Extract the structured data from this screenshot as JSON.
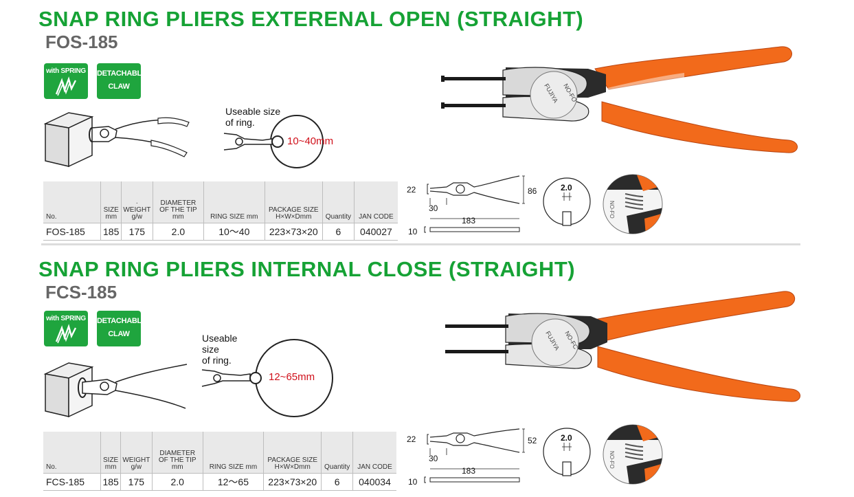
{
  "colors": {
    "green": "#16a235",
    "badge_green": "#1fa53e",
    "handle_orange": "#f26a1b",
    "red": "#d0101a"
  },
  "icons": [
    "spring-icon",
    "pliers-handle-icon"
  ],
  "products": [
    {
      "title": "SNAP RING PLIERS EXTERENAL OPEN (STRAIGHT)",
      "model": "FOS-185",
      "badges": {
        "spring": "with SPRING",
        "claw_line1": "DETACHABLE",
        "claw_line2": "CLAW"
      },
      "useable_lines": [
        "Useable size",
        "of ring."
      ],
      "ring_size": "10~40mm",
      "table": {
        "headers": {
          "no": "No.",
          "size": [
            "SIZE",
            "mm"
          ],
          "weight": [
            "·",
            "WEIGHT",
            "g/w"
          ],
          "diameter": [
            "DIAMETER",
            "OF THE TIP",
            "mm"
          ],
          "ring_size": "RING SIZE mm",
          "package": [
            "PACKAGE SIZE",
            "H×W×Dmm"
          ],
          "quantity": "Quantity",
          "jan": "JAN CODE"
        },
        "row": {
          "no": "FOS-185",
          "size": "185",
          "weight": "175",
          "diameter": "2.0",
          "ring_size": "10〜40",
          "package": "223×73×20",
          "quantity": "6",
          "jan": "040027"
        }
      },
      "dimensions": {
        "tip_height": "22",
        "tip_length": "30",
        "total_length": "183",
        "opening": "86",
        "thickness": "10",
        "tip_diameter": "2.0"
      },
      "stamp": [
        "FUJIYA",
        "NO-FO"
      ]
    },
    {
      "title": "SNAP RING PLIERS INTERNAL CLOSE (STRAIGHT)",
      "model": "FCS-185",
      "badges": {
        "spring": "with SPRING",
        "claw_line1": "DETACHABLE",
        "claw_line2": "CLAW"
      },
      "useable_lines": [
        "Useable",
        "size",
        "of ring."
      ],
      "ring_size": "12~65mm",
      "table": {
        "headers": {
          "no": "No.",
          "size": [
            "SIZE",
            "mm"
          ],
          "weight": [
            "WEIGHT",
            "g/w"
          ],
          "diameter": [
            "DIAMETER",
            "OF THE TIP",
            "mm"
          ],
          "ring_size": "RING SIZE mm",
          "package": [
            "PACKAGE SIZE",
            "H×W×Dmm"
          ],
          "quantity": "Quantity",
          "jan": "JAN CODE"
        },
        "row": {
          "no": "FCS-185",
          "size": "185",
          "weight": "175",
          "diameter": "2.0",
          "ring_size": "12〜65",
          "package": "223×73×20",
          "quantity": "6",
          "jan": "040034"
        }
      },
      "dimensions": {
        "tip_height": "22",
        "tip_length": "30",
        "total_length": "183",
        "opening": "52",
        "thickness": "10",
        "tip_diameter": "2.0"
      },
      "stamp": [
        "FUJIYA",
        "NO-FC"
      ]
    }
  ]
}
